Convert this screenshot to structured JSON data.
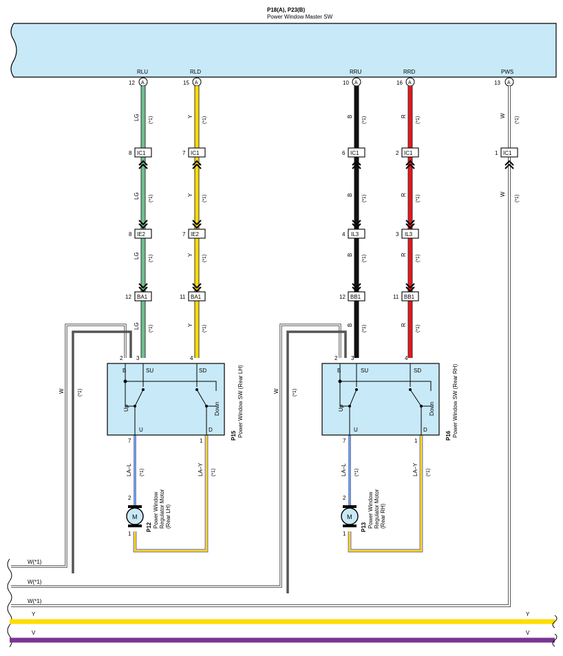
{
  "colors": {
    "LG": "#6cc18f",
    "Y": "#ffdd00",
    "B": "#111111",
    "R": "#e8161d",
    "W": "#cccccc",
    "L": "#5aa9e6",
    "V": "#7a3592",
    "box_fill": "#c8e9f7"
  },
  "master": {
    "connector": "P18(A), P23(B)",
    "name": "Power Window Master SW"
  },
  "terminals": [
    {
      "name": "RLU",
      "pin": "12",
      "conn": "A",
      "wire": "LG"
    },
    {
      "name": "RLD",
      "pin": "15",
      "conn": "A",
      "wire": "Y"
    },
    {
      "name": "RRU",
      "pin": "10",
      "conn": "A",
      "wire": "B"
    },
    {
      "name": "RRD",
      "pin": "16",
      "conn": "A",
      "wire": "R"
    },
    {
      "name": "PWS",
      "pin": "13",
      "conn": "A",
      "wire": "W"
    }
  ],
  "note": "(*1)",
  "junctions": {
    "ic1": [
      "8",
      "7",
      "6",
      "2",
      "1"
    ],
    "ic1_label": "IC1",
    "mid": [
      {
        "pin": "8",
        "label": "IE2"
      },
      {
        "pin": "7",
        "label": "IE2"
      },
      {
        "pin": "4",
        "label": "IL3"
      },
      {
        "pin": "3",
        "label": "IL3"
      }
    ],
    "low": [
      {
        "pin": "12",
        "label": "BA1"
      },
      {
        "pin": "11",
        "label": "BA1"
      },
      {
        "pin": "12",
        "label": "BB1"
      },
      {
        "pin": "11",
        "label": "BB1"
      }
    ]
  },
  "switches": [
    {
      "code": "P15",
      "name": "Power Window SW (Rear LH)",
      "pins": {
        "b": "2",
        "su": "3",
        "sd": "4",
        "u": "7",
        "d": "1"
      },
      "labels": {
        "b": "B",
        "su": "SU",
        "sd": "SD",
        "u": "U",
        "d": "D",
        "up": "Up",
        "down": "Down"
      }
    },
    {
      "code": "P16",
      "name": "Power Window SW (Rear RH)",
      "pins": {
        "b": "2",
        "su": "3",
        "sd": "4",
        "u": "7",
        "d": "1"
      },
      "labels": {
        "b": "B",
        "su": "SU",
        "sd": "SD",
        "u": "U",
        "d": "D",
        "up": "Up",
        "down": "Down"
      }
    }
  ],
  "motors": [
    {
      "code": "P12",
      "name_lines": [
        "Power Window",
        "Regulator Motor",
        "(Rear LH)"
      ],
      "symbol": "M",
      "pin_top": "2",
      "pin_bottom": "1"
    },
    {
      "code": "P13",
      "name_lines": [
        "Power Window",
        "Regulator Motor",
        "(Rear RH)"
      ],
      "symbol": "M",
      "pin_top": "2",
      "pin_bottom": "1"
    }
  ],
  "motor_wires": {
    "u": "LA–L",
    "d": "LA–Y"
  },
  "bus": [
    {
      "label": "W(*1)"
    },
    {
      "label": "W(*1)"
    },
    {
      "label": "W(*1)"
    },
    {
      "label": "Y"
    },
    {
      "label": "V"
    }
  ]
}
